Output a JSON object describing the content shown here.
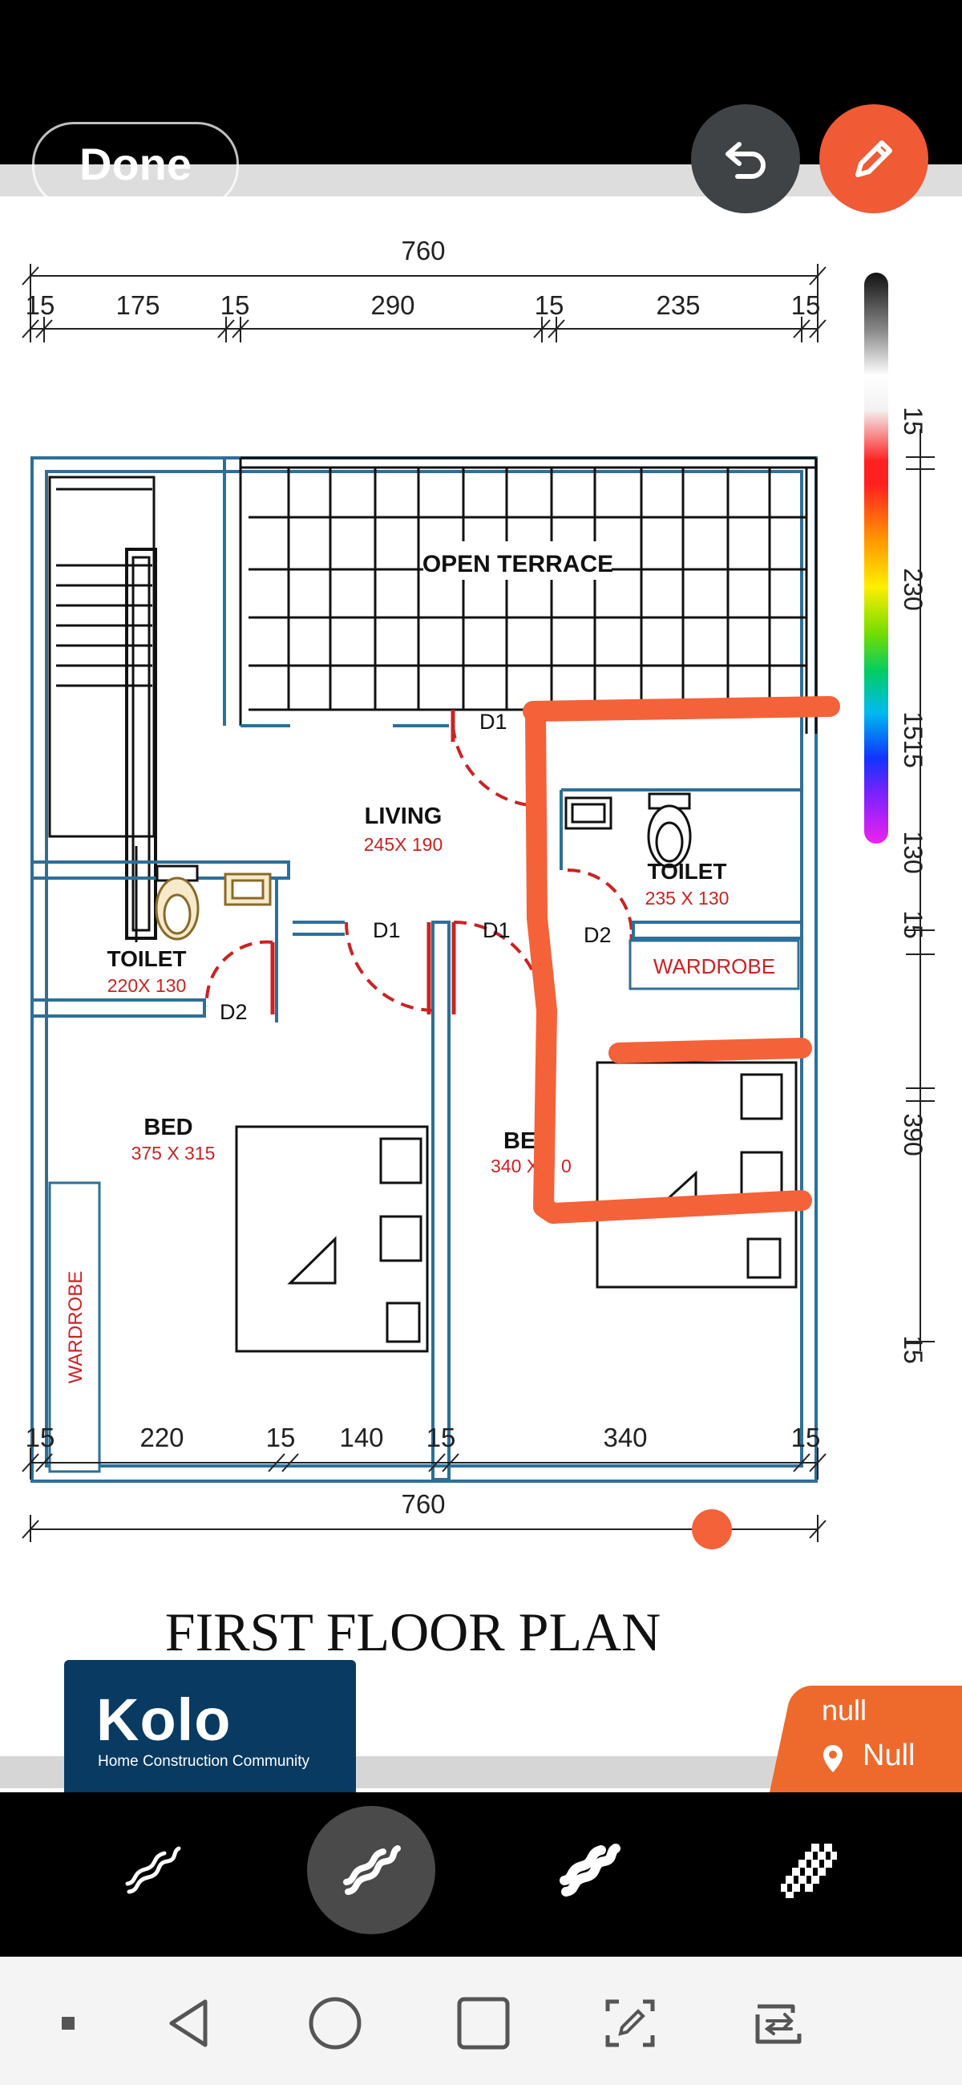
{
  "toolbar": {
    "done_label": "Done",
    "undo_icon": "undo-icon",
    "pen_icon": "pencil-icon"
  },
  "colors": {
    "accent": "#f05a35",
    "annotation": "#f4623a",
    "wall": "#2f6f97",
    "door": "#cc2222"
  },
  "plan": {
    "title": "FIRST FLOOR PLAN",
    "top_total": "760",
    "top_dims": [
      "15",
      "175",
      "15",
      "290",
      "15",
      "235",
      "15"
    ],
    "bottom_dims": [
      "15",
      "220",
      "15",
      "140",
      "15",
      "340",
      "15"
    ],
    "bottom_total": "760",
    "right_dims": [
      "15",
      "230",
      "15",
      "15",
      "130",
      "15",
      "390",
      "15"
    ],
    "rooms": {
      "terrace": "OPEN TERRACE",
      "living": "LIVING",
      "living_size": "245X 190",
      "toilet_left": "TOILET",
      "toilet_left_size": "220X 130",
      "toilet_right": "TOILET",
      "toilet_right_size": "235 X 130",
      "wardrobe_right": "WARDROBE",
      "wardrobe_left": "WARDROBE",
      "bed_left": "BED",
      "bed_left_size": "375 X 315",
      "bed_right": "BE",
      "bed_right_size": "340 X",
      "bed_right_size_tail": "0"
    },
    "doors": {
      "d1_top": "D1",
      "d1_left": "D1",
      "d1_right": "D1",
      "d2_left": "D2",
      "d2_right": "D2"
    }
  },
  "brand": {
    "name": "Kolo",
    "tagline": "Home Construction Community"
  },
  "location": {
    "title": "null",
    "place": "Null",
    "icon": "location-pin-icon"
  },
  "brushes": [
    {
      "icon": "brush-thin-icon",
      "selected": false
    },
    {
      "icon": "brush-medium-icon",
      "selected": true
    },
    {
      "icon": "brush-thick-icon",
      "selected": false
    },
    {
      "icon": "brush-mosaic-icon",
      "selected": false
    }
  ],
  "navigation": [
    "dot-icon",
    "back-icon",
    "home-icon",
    "recents-icon",
    "screenshot-edit-icon",
    "switch-app-icon"
  ]
}
